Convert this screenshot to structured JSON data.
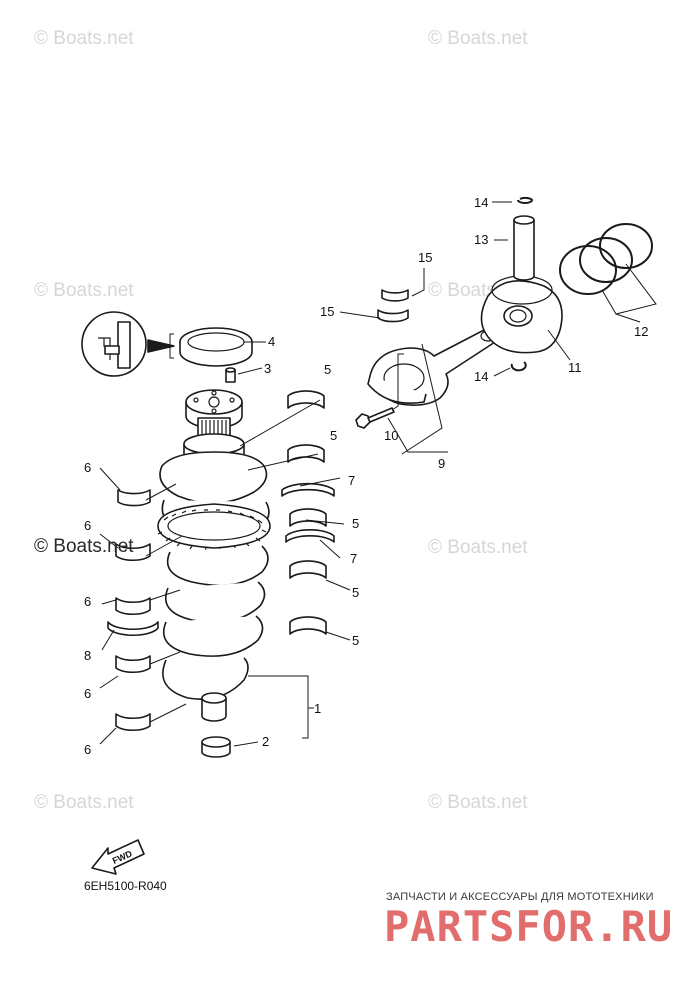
{
  "watermark": "© Boats.net",
  "diagram_code": "6EH5100-R040",
  "fwd_label": "FWD",
  "brand": {
    "tagline": "ЗАПЧАСТИ И АКСЕССУАРЫ ДЛЯ МОТОТЕХНИКИ",
    "name": "PARTSFOR.RU"
  },
  "callouts": {
    "c1": "1",
    "c2": "2",
    "c3": "3",
    "c4": "4",
    "c5a": "5",
    "c5b": "5",
    "c5c": "5",
    "c5d": "5",
    "c5e": "5",
    "c6a": "6",
    "c6b": "6",
    "c6c": "6",
    "c6d": "6",
    "c6e": "6",
    "c7a": "7",
    "c7b": "7",
    "c8": "8",
    "c9": "9",
    "c10": "10",
    "c11": "11",
    "c12": "12",
    "c13": "13",
    "c14a": "14",
    "c14b": "14",
    "c15a": "15",
    "c15b": "15"
  }
}
